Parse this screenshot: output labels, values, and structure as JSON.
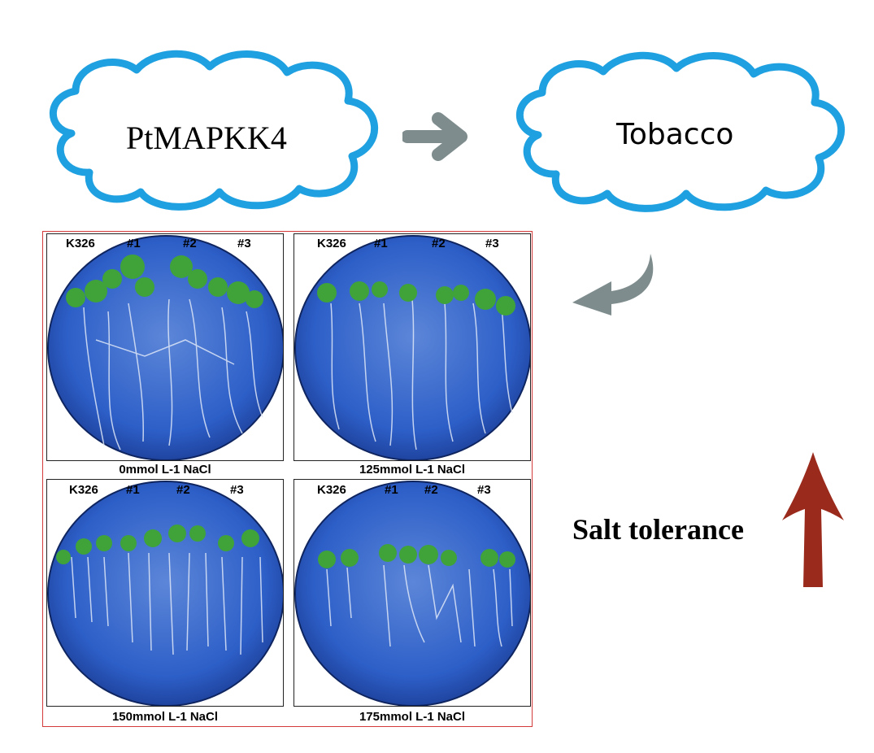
{
  "flow": {
    "gene_label": "PtMAPKK4",
    "host_label": "Tobacco"
  },
  "plates": [
    {
      "condition": "0mmol L-1 NaCl",
      "lines": [
        "K326",
        "#1",
        "#2",
        "#3"
      ]
    },
    {
      "condition": "125mmol L-1 NaCl",
      "lines": [
        "K326",
        "#1",
        "#2",
        "#3"
      ]
    },
    {
      "condition": "150mmol L-1 NaCl",
      "lines": [
        "K326",
        "#1",
        "#2",
        "#3"
      ]
    },
    {
      "condition": "175mmol L-1 NaCl",
      "lines": [
        "K326",
        "#1",
        "#2",
        "#3"
      ]
    }
  ],
  "result": {
    "label": "Salt tolerance"
  },
  "colors": {
    "cloud_outline": "#1fa0e0",
    "gray_arrow": "#7f8c8d",
    "red_arrow": "#9a2a1c",
    "frame": "#d33a3a",
    "plate_blue": "#2d5fc8"
  }
}
